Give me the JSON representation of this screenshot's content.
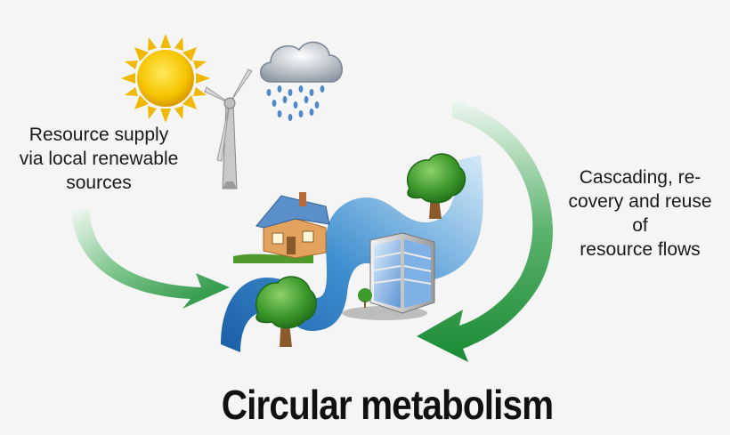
{
  "diagram": {
    "left_label_lines": [
      "Resource supply",
      "via local renewable",
      "sources"
    ],
    "right_label_lines": [
      "Cascading, re-",
      "covery and reuse",
      "of",
      "resource flows"
    ],
    "title": "Circular metabolism"
  },
  "colors": {
    "arrow_light": "#e9f5ec",
    "arrow_dark": "#1f8f3a",
    "river_dark": "#1c5fa8",
    "river_light": "#cfe6f7",
    "sun": "#f6c400",
    "tree_leaf": "#3d9a2c",
    "trunk": "#8a5a2b",
    "house_wall": "#e3a35e",
    "house_roof": "#5b8fc9",
    "building_glass": "#9cc3ec"
  },
  "icons": [
    "sun-icon",
    "wind-turbine-icon",
    "rain-cloud-icon",
    "house-icon",
    "tree-icon",
    "office-building-icon"
  ]
}
